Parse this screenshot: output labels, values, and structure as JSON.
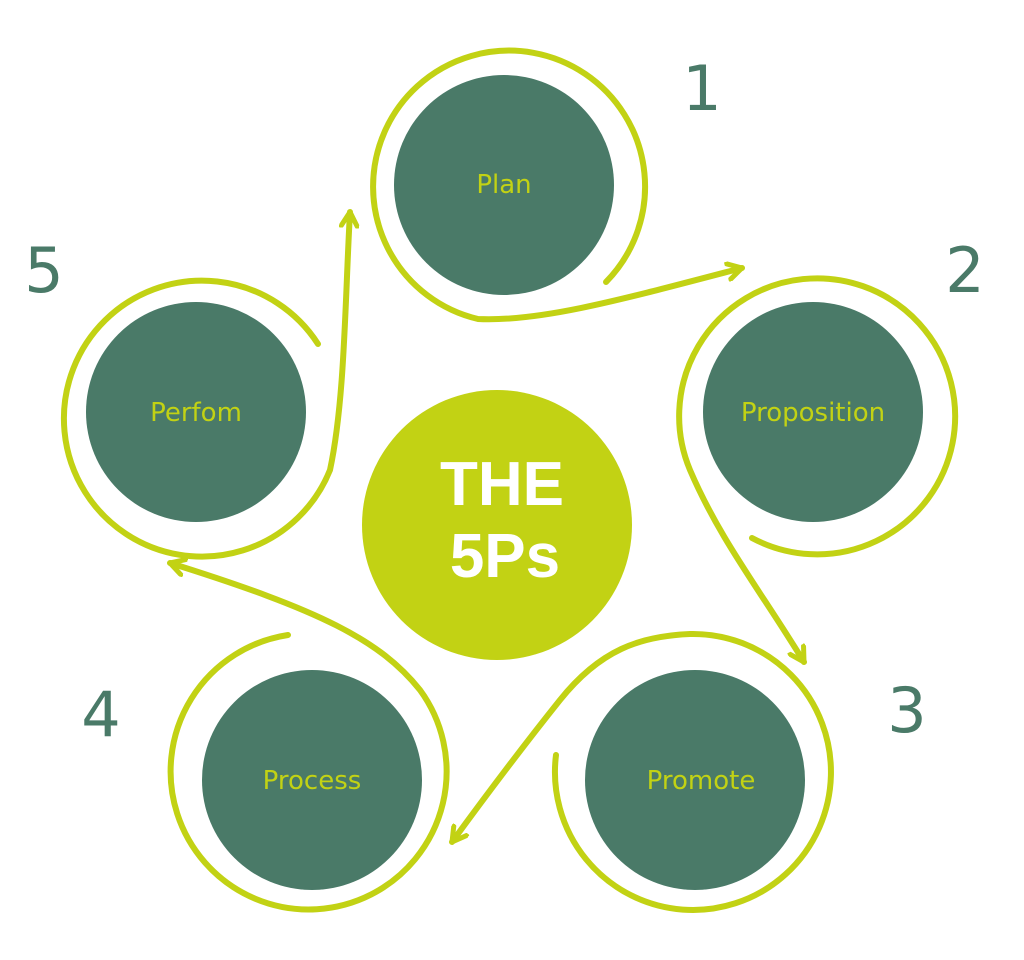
{
  "title": {
    "line1": "THE",
    "line2": "5Ps"
  },
  "colors": {
    "node_fill": "#4a7a68",
    "accent": "#c2d214",
    "number": "#4a7a68",
    "center_text": "#ffffff",
    "background": "#ffffff"
  },
  "steps": [
    {
      "number": "1",
      "label": "Plan"
    },
    {
      "number": "2",
      "label": "Proposition"
    },
    {
      "number": "3",
      "label": "Promote"
    },
    {
      "number": "4",
      "label": "Process"
    },
    {
      "number": "5",
      "label": "Perfom"
    }
  ]
}
